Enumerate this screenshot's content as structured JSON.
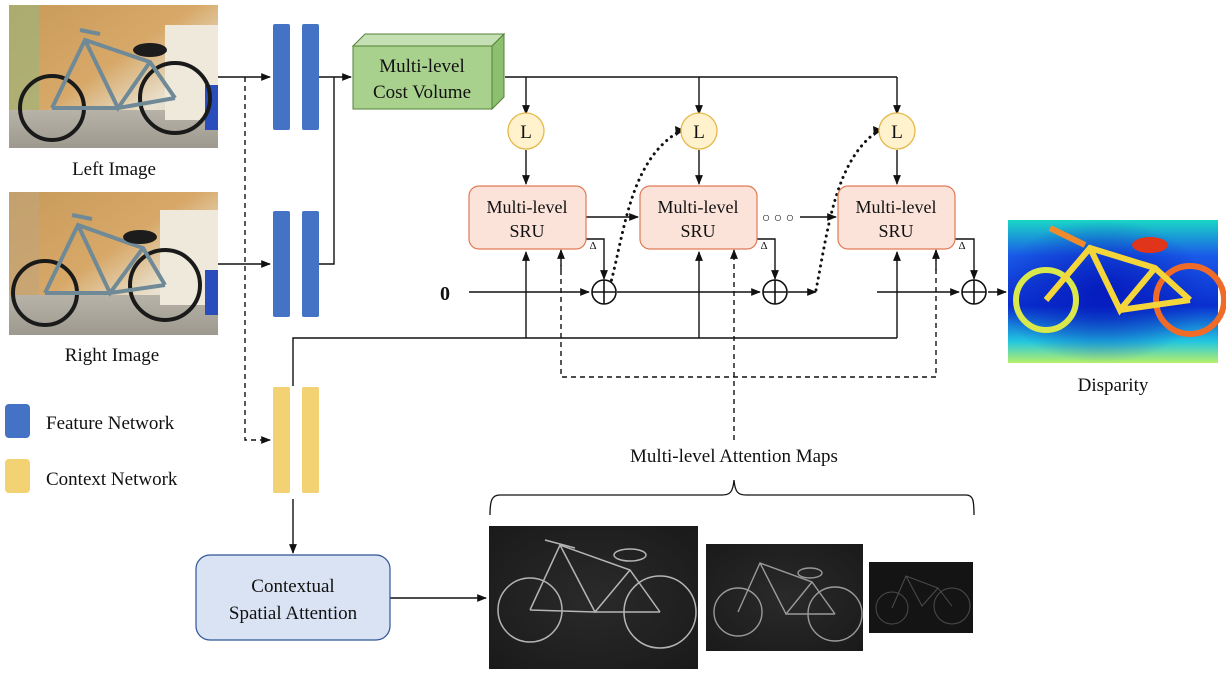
{
  "title": "Stereo matching architecture with Multi-level SRU and Contextual Spatial Attention",
  "inputs": {
    "left_image_label": "Left Image",
    "right_image_label": "Right Image"
  },
  "legend": [
    {
      "label": "Feature Network",
      "color": "#4472C4"
    },
    {
      "label": "Context Network",
      "color": "#F2D272"
    }
  ],
  "cost_volume": {
    "line1": "Multi-level",
    "line2": "Cost Volume",
    "color": "#A9D18E"
  },
  "lookup_nodes": [
    {
      "label": "L"
    },
    {
      "label": "L"
    },
    {
      "label": "L"
    }
  ],
  "sru_blocks": [
    {
      "line1": "Multi-level",
      "line2": "SRU"
    },
    {
      "line1": "Multi-level",
      "line2": "SRU"
    },
    {
      "line1": "Multi-level",
      "line2": "SRU"
    }
  ],
  "delta_symbol": "Δ",
  "initial_value": "0",
  "ellipsis": "○ ○ ○",
  "output_label": "Disparity",
  "attention": {
    "module_line1": "Contextual",
    "module_line2": "Spatial Attention",
    "maps_label": "Multi-level Attention Maps"
  },
  "colors": {
    "feature": "#4472C4",
    "context": "#F2D272",
    "cost_fill": "#A9D18E",
    "cost_stroke": "#548235",
    "sru_fill": "#FBE3DA",
    "sru_stroke": "#E07A56",
    "lookup_fill": "#FFF2CC",
    "lookup_stroke": "#E6B84C",
    "csa_fill": "#DAE3F3",
    "csa_stroke": "#2F5597"
  }
}
